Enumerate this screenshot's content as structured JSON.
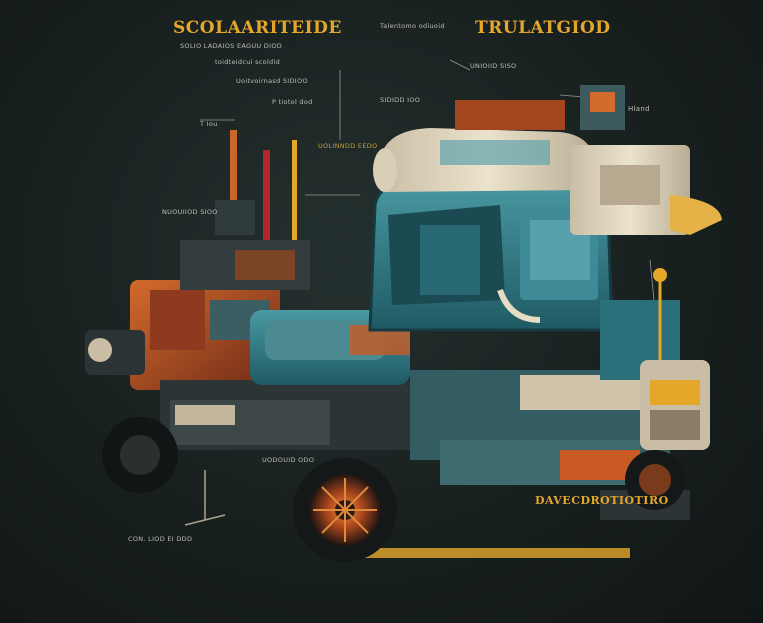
{
  "image": {
    "subject": "illustrated cutaway truck with annotation labels",
    "palette": {
      "background": "#18201f",
      "cab_teal": "#2c7a86",
      "rust_orange": "#c95a24",
      "accent_yellow": "#e5a72a",
      "cream": "#e6dcc4",
      "red_part": "#b2262a"
    }
  },
  "headings": {
    "left_title": "SCOLAARITEIDE",
    "right_title": "TRULATGIOD",
    "bottom_right_title": "DAVECDROTIOTIRO",
    "side_note": "Hland"
  },
  "captions": [
    "SOLIO LADAIOS  EAGUU DIOD",
    "toidteidcui scoldid",
    "Uoitvoirnasd SIDIOO",
    "Talentomo odiuoid",
    "P tiotol dod",
    "T Iou",
    "UNIOIID SISO",
    "UOLINNDD EEDO",
    "NUOUIIOD SIOO",
    "UODOUID ODO",
    "CON. LIOD EI DDD",
    "SIDIDD IOO"
  ]
}
